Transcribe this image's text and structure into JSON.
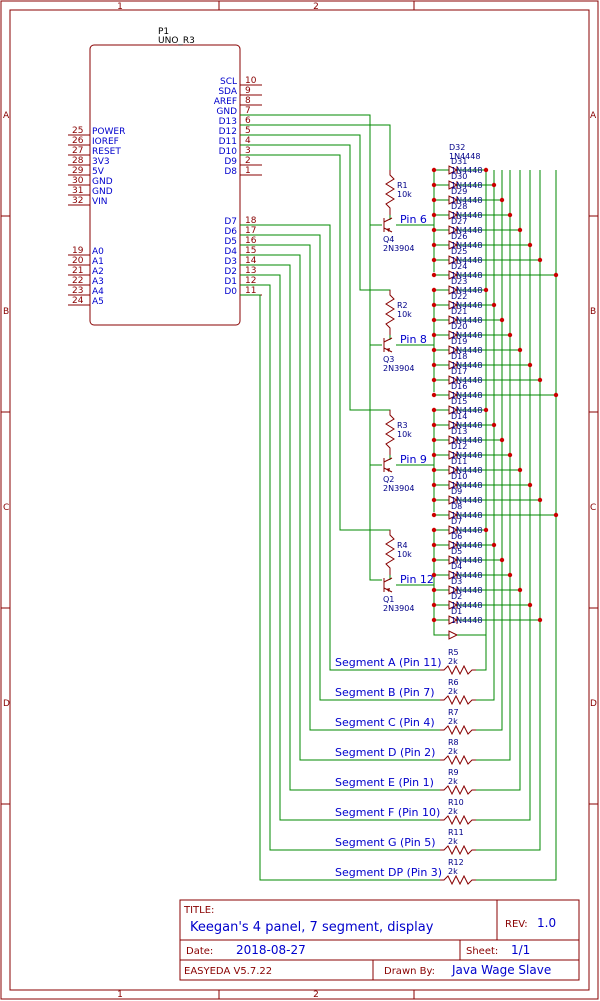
{
  "frame": {
    "columns": [
      "1",
      "2"
    ],
    "rows": [
      "A",
      "B",
      "C",
      "D"
    ]
  },
  "mcu": {
    "ref": "P1",
    "value": "UNO_R3",
    "right_pins": [
      {
        "name": "SCL",
        "num": "10"
      },
      {
        "name": "SDA",
        "num": "9"
      },
      {
        "name": "AREF",
        "num": "8"
      },
      {
        "name": "GND",
        "num": "7"
      },
      {
        "name": "D13",
        "num": "6"
      },
      {
        "name": "D12",
        "num": "5"
      },
      {
        "name": "D11",
        "num": "4"
      },
      {
        "name": "D10",
        "num": "3"
      },
      {
        "name": "D9",
        "num": "2"
      },
      {
        "name": "D8",
        "num": "1"
      },
      {
        "name": "D7",
        "num": "18"
      },
      {
        "name": "D6",
        "num": "17"
      },
      {
        "name": "D5",
        "num": "16"
      },
      {
        "name": "D4",
        "num": "15"
      },
      {
        "name": "D3",
        "num": "14"
      },
      {
        "name": "D2",
        "num": "13"
      },
      {
        "name": "D1",
        "num": "12"
      },
      {
        "name": "D0",
        "num": "11"
      }
    ],
    "left_pins": [
      {
        "name": "POWER",
        "num": "25"
      },
      {
        "name": "IOREF",
        "num": "26"
      },
      {
        "name": "RESET",
        "num": "27"
      },
      {
        "name": "3V3",
        "num": "28"
      },
      {
        "name": "5V",
        "num": "29"
      },
      {
        "name": "GND",
        "num": "30"
      },
      {
        "name": "GND",
        "num": "31"
      },
      {
        "name": "VIN",
        "num": "32"
      },
      {
        "name": "A0",
        "num": "19"
      },
      {
        "name": "A1",
        "num": "20"
      },
      {
        "name": "A2",
        "num": "21"
      },
      {
        "name": "A3",
        "num": "22"
      },
      {
        "name": "A4",
        "num": "23"
      },
      {
        "name": "A5",
        "num": "24"
      }
    ]
  },
  "transistors": [
    {
      "res": "R1",
      "res_val": "10k",
      "ref": "Q4",
      "value": "2N3904",
      "net": "Pin 6"
    },
    {
      "res": "R2",
      "res_val": "10k",
      "ref": "Q3",
      "value": "2N3904",
      "net": "Pin 8"
    },
    {
      "res": "R3",
      "res_val": "10k",
      "ref": "Q2",
      "value": "2N3904",
      "net": "Pin 9"
    },
    {
      "res": "R4",
      "res_val": "10k",
      "ref": "Q1",
      "value": "2N3904",
      "net": "Pin 12"
    }
  ],
  "diodes": {
    "top_ref": "D32",
    "part": "1N4448",
    "refs": [
      "D31",
      "D30",
      "D29",
      "D28",
      "D27",
      "D26",
      "D25",
      "D24",
      "D23",
      "D22",
      "D21",
      "D20",
      "D19",
      "D18",
      "D17",
      "D16",
      "D15",
      "D14",
      "D13",
      "D12",
      "D11",
      "D10",
      "D9",
      "D8",
      "D7",
      "D6",
      "D5",
      "D4",
      "D3",
      "D2",
      "D1"
    ]
  },
  "segments": [
    {
      "res": "R5",
      "val": "2k",
      "net": "Segment A (Pin 11)"
    },
    {
      "res": "R6",
      "val": "2k",
      "net": "Segment B (Pin 7)"
    },
    {
      "res": "R7",
      "val": "2k",
      "net": "Segment C (Pin 4)"
    },
    {
      "res": "R8",
      "val": "2k",
      "net": "Segment D (Pin 2)"
    },
    {
      "res": "R9",
      "val": "2k",
      "net": "Segment E (Pin 1)"
    },
    {
      "res": "R10",
      "val": "2k",
      "net": "Segment F (Pin 10)"
    },
    {
      "res": "R11",
      "val": "2k",
      "net": "Segment G (Pin 5)"
    },
    {
      "res": "R12",
      "val": "2k",
      "net": "Segment DP (Pin 3)"
    }
  ],
  "title_block": {
    "title_label": "TITLE:",
    "title": "Keegan's 4 panel, 7 segment, display",
    "rev_label": "REV:",
    "rev": "1.0",
    "date_label": "Date:",
    "date": "2018-08-27",
    "sheet_label": "Sheet:",
    "sheet": "1/1",
    "tool": "EASYEDA V5.7.22",
    "drawn_label": "Drawn By:",
    "drawn": "Java Wage Slave"
  },
  "colors": {
    "frame": "#880000",
    "wire": "#008800",
    "pin_text": "#0000cc",
    "junction": "#cc0000"
  }
}
